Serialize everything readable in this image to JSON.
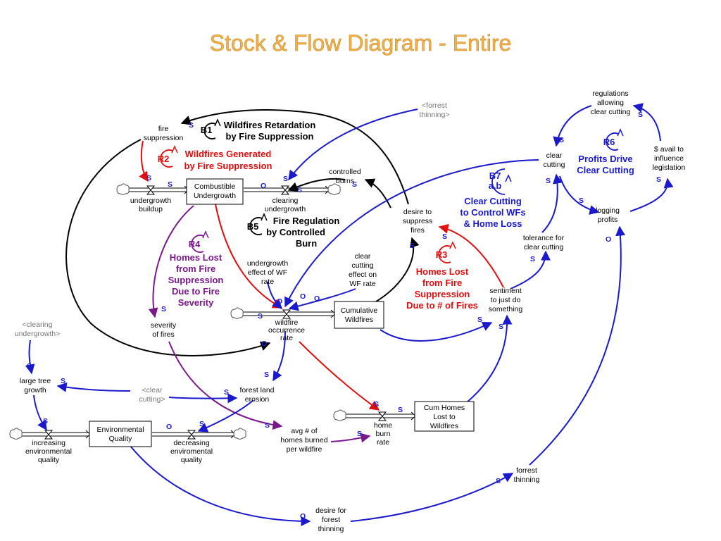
{
  "title": "Stock & Flow Diagram - Entire",
  "stocks": [
    {
      "id": "combustible",
      "lines": [
        "Combustible",
        "Undergrowth"
      ]
    },
    {
      "id": "cumwildfires",
      "lines": [
        "Cumulative",
        "Wildfires"
      ]
    },
    {
      "id": "envquality",
      "lines": [
        "Environmental",
        "Quality"
      ]
    },
    {
      "id": "cumhomes",
      "lines": [
        "Cum Homes",
        "Lost to",
        "Wildfires"
      ]
    }
  ],
  "variables": [
    {
      "id": "fire-suppression",
      "lines": [
        "fire",
        "suppression"
      ]
    },
    {
      "id": "undergrowth-buildup",
      "lines": [
        "undergrowth",
        "buildup"
      ]
    },
    {
      "id": "clearing-undergrowth",
      "lines": [
        "clearing",
        "undergrowth"
      ]
    },
    {
      "id": "controlled-burns",
      "lines": [
        "controlled",
        "burns"
      ]
    },
    {
      "id": "desire-to-suppress",
      "lines": [
        "desire to",
        "suppress",
        "fires"
      ]
    },
    {
      "id": "undergrowth-effect",
      "lines": [
        "undergrowth",
        "effect of WF",
        "rate"
      ]
    },
    {
      "id": "clear-cutting-effect",
      "lines": [
        "clear",
        "cutting",
        "effect on",
        "WF rate"
      ]
    },
    {
      "id": "wildfire-occurrence",
      "lines": [
        "wildfire",
        "occurrence",
        "rate"
      ]
    },
    {
      "id": "severity-of-fires",
      "lines": [
        "severity",
        "of fires"
      ]
    },
    {
      "id": "large-tree-growth",
      "lines": [
        "large tree",
        "growth"
      ]
    },
    {
      "id": "forest-land-erosion",
      "lines": [
        "forest land",
        "erosion"
      ]
    },
    {
      "id": "increasing-env",
      "lines": [
        "increasing",
        "environmental",
        "quality"
      ]
    },
    {
      "id": "decreasing-env",
      "lines": [
        "decreasing",
        "enviromental",
        "quality"
      ]
    },
    {
      "id": "avg-homes",
      "lines": [
        "avg # of",
        "homes burned",
        "per wildfire"
      ]
    },
    {
      "id": "home-burn-rate",
      "lines": [
        "home",
        "burn",
        "rate"
      ]
    },
    {
      "id": "desire-forest-thinning",
      "lines": [
        "desire for",
        "forest",
        "thinning"
      ]
    },
    {
      "id": "forrest-thinning",
      "lines": [
        "forrest",
        "thinning"
      ]
    },
    {
      "id": "sentiment",
      "lines": [
        "sentiment",
        "to just do",
        "something"
      ]
    },
    {
      "id": "tolerance",
      "lines": [
        "tolerance for",
        "clear cutting"
      ]
    },
    {
      "id": "clear-cutting",
      "lines": [
        "clear",
        "cutting"
      ]
    },
    {
      "id": "regulations",
      "lines": [
        "regulations",
        "allowing",
        "clear cutting"
      ]
    },
    {
      "id": "avail-legislation",
      "lines": [
        "$ avail to",
        "influence",
        "legislation"
      ]
    },
    {
      "id": "logging-profits",
      "lines": [
        "logging",
        "profits"
      ]
    }
  ],
  "shadow_variables": [
    {
      "id": "forrest-thinning-shadow",
      "lines": [
        "<forrest",
        "thinning>"
      ]
    },
    {
      "id": "clearing-undergrowth-shadow",
      "lines": [
        "<clearing",
        "undergrowth>"
      ]
    },
    {
      "id": "clear-cutting-shadow",
      "lines": [
        "<clear",
        "cutting>"
      ]
    }
  ],
  "loops": [
    {
      "id": "B1",
      "label": "B1",
      "name_lines": [
        "Wildfires Retardation",
        "by Fire Suppression"
      ],
      "color": "#000000"
    },
    {
      "id": "R2",
      "label": "R2",
      "name_lines": [
        "Wildfires Generated",
        "by Fire Suppression"
      ],
      "color": "#e01010"
    },
    {
      "id": "B5",
      "label": "B5",
      "name_lines": [
        "Fire Regulation",
        "by Controlled",
        "Burn"
      ],
      "color": "#000000"
    },
    {
      "id": "R4",
      "label": "R4",
      "name_lines": [
        "Homes Lost",
        "from Fire",
        "Suppression",
        "Due to Fire",
        "Severity"
      ],
      "color": "#7a1a8a"
    },
    {
      "id": "R3",
      "label": "R3",
      "name_lines": [
        "Homes Lost",
        "from Fire",
        "Suppression",
        "Due to # of Fires"
      ],
      "color": "#e01010"
    },
    {
      "id": "B7",
      "label_lines": [
        "B7",
        "a,b"
      ],
      "name_lines": [
        "Clear Cutting",
        "to Control WFs",
        "& Home Loss"
      ],
      "color": "#1a1acc"
    },
    {
      "id": "R6",
      "label": "R6",
      "name_lines": [
        "Profits Drive",
        "Clear Cutting"
      ],
      "color": "#1a1acc"
    }
  ],
  "polarity": {
    "same": "S",
    "opposite": "O"
  },
  "colors": {
    "title": "#f2b24a",
    "blue_link": "#1a1acc",
    "red_link": "#e01010",
    "purple_link": "#7a1a8a",
    "black_link": "#000000"
  }
}
